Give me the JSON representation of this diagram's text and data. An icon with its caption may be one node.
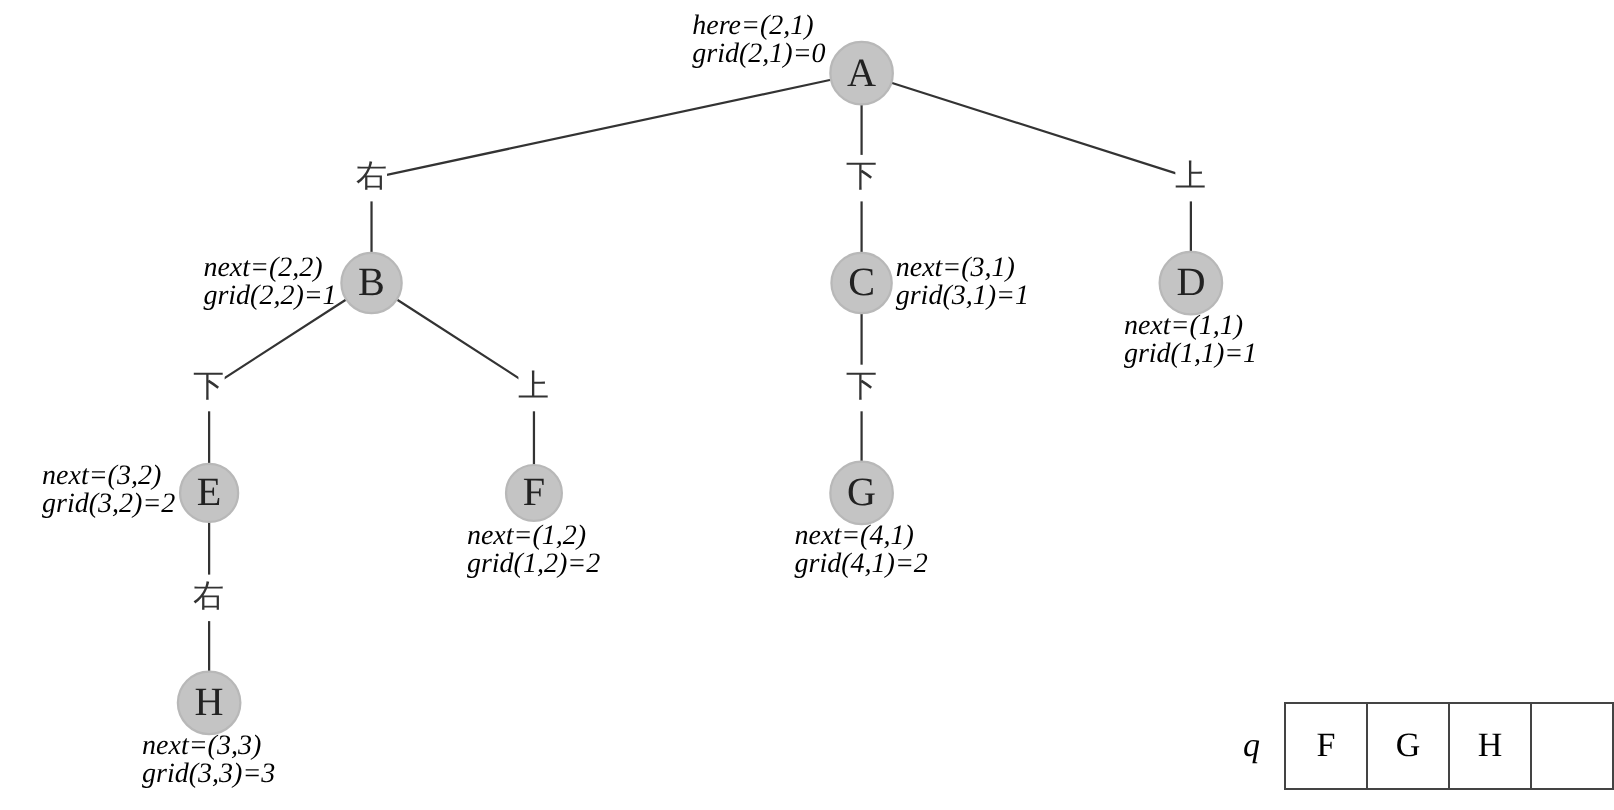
{
  "diagram": {
    "nodes": [
      {
        "text": [
          "A"
        ],
        "beside": [
          "here=(2,1)",
          "grid(2,1)=0"
        ]
      },
      {
        "text": [
          "B"
        ],
        "beside": [
          "next=(2,2)",
          "grid(2,2)=1"
        ]
      },
      {
        "text": [
          "C"
        ],
        "beside": [
          "next=(3,1)",
          "grid(3,1)=1"
        ]
      },
      {
        "text": [
          "D"
        ],
        "beside": [
          "next=(1,1)",
          "grid(1,1)=1"
        ]
      },
      {
        "text": [
          "E"
        ],
        "beside": [
          "next=(3,2)",
          "grid(3,2)=2"
        ]
      },
      {
        "text": [
          "F"
        ],
        "beside": [
          "next=(1,2)",
          "grid(1,2)=2"
        ]
      },
      {
        "text": [
          "G"
        ],
        "beside": [
          "next=(4,1)",
          "grid(4,1)=2"
        ]
      },
      {
        "text": [
          "H"
        ],
        "beside": [
          "next=(3,3)",
          "grid(3,3)=3"
        ]
      }
    ],
    "edges": [
      {
        "from": 0,
        "to": 1,
        "arrow": "none",
        "label": "右"
      },
      {
        "from": 0,
        "to": 2,
        "arrow": "none",
        "label": "下"
      },
      {
        "from": 0,
        "to": 3,
        "arrow": "none",
        "label": "上"
      },
      {
        "from": 1,
        "to": 4,
        "arrow": "none",
        "label": "下"
      },
      {
        "from": 1,
        "to": 5,
        "arrow": "none",
        "label": "上"
      },
      {
        "from": 2,
        "to": 6,
        "arrow": "none",
        "label": "下"
      },
      {
        "from": 4,
        "to": 7,
        "arrow": "none",
        "label": "右"
      }
    ],
    "labels": [
      "q",
      "F",
      "G",
      "H"
    ]
  }
}
